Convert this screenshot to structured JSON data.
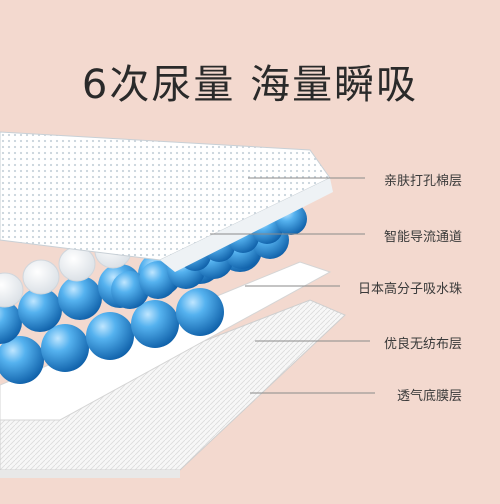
{
  "headline": "6次尿量 海量瞬吸",
  "layers": [
    {
      "label": "亲肤打孔棉层",
      "icon": "perforated-cotton-layer"
    },
    {
      "label": "智能导流通道",
      "icon": "flow-channel-layer"
    },
    {
      "label": "日本高分子吸水珠",
      "icon": "absorbent-beads-layer"
    },
    {
      "label": "优良无纺布层",
      "icon": "nonwoven-fabric-layer"
    },
    {
      "label": "透气底膜层",
      "icon": "breathable-film-layer"
    }
  ],
  "colors": {
    "background": "#f3d9cf",
    "bead_blue": "#2a8fd6",
    "sheet_white": "#ffffff",
    "text": "#2a2a2a"
  }
}
